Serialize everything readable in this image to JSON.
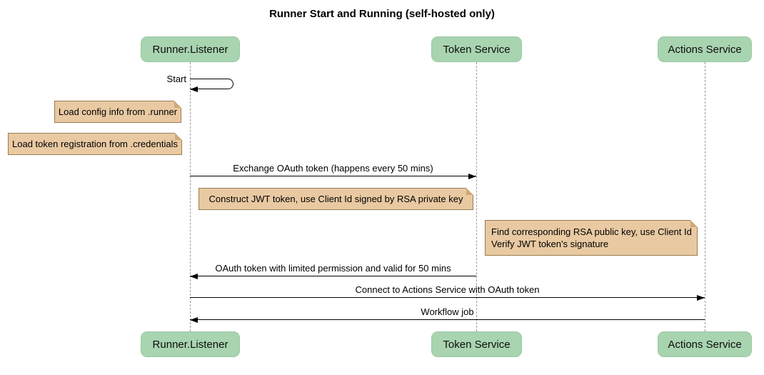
{
  "title": "Runner Start and Running (self-hosted only)",
  "participants": [
    {
      "name": "Runner.Listener"
    },
    {
      "name": "Token Service"
    },
    {
      "name": "Actions Service"
    }
  ],
  "messages": [
    {
      "label": "Start",
      "from": "Runner.Listener",
      "to": "Runner.Listener",
      "kind": "self"
    },
    {
      "label": "Exchange OAuth token (happens every 50 mins)",
      "from": "Runner.Listener",
      "to": "Token Service",
      "kind": "solid-arrow"
    },
    {
      "label": "OAuth token with limited permission and valid for 50 mins",
      "from": "Token Service",
      "to": "Runner.Listener",
      "kind": "solid-arrow"
    },
    {
      "label": "Connect to Actions Service with OAuth token",
      "from": "Runner.Listener",
      "to": "Actions Service",
      "kind": "solid-arrow"
    },
    {
      "label": "Workflow job",
      "from": "Actions Service",
      "to": "Runner.Listener",
      "kind": "solid-arrow"
    }
  ],
  "notes": [
    {
      "anchor": "Runner.Listener",
      "lines": [
        "Load config info from .runner"
      ]
    },
    {
      "anchor": "Runner.Listener",
      "lines": [
        "Load token registration from .credentials"
      ]
    },
    {
      "anchor": "Runner.Listener",
      "lines": [
        "Construct JWT token, use Client Id signed by RSA private key"
      ]
    },
    {
      "anchor": "Actions Service",
      "lines": [
        "Find corresponding RSA public key, use Client Id",
        "Verify JWT token's signature"
      ]
    }
  ],
  "colors": {
    "background": "#ffffff",
    "participant_fill": "#a8d4b0",
    "note_fill": "#e9c9a2",
    "note_border": "#9a7c52",
    "lifeline": "#9a9a9a",
    "arrow": "#000000",
    "text": "#000000"
  }
}
